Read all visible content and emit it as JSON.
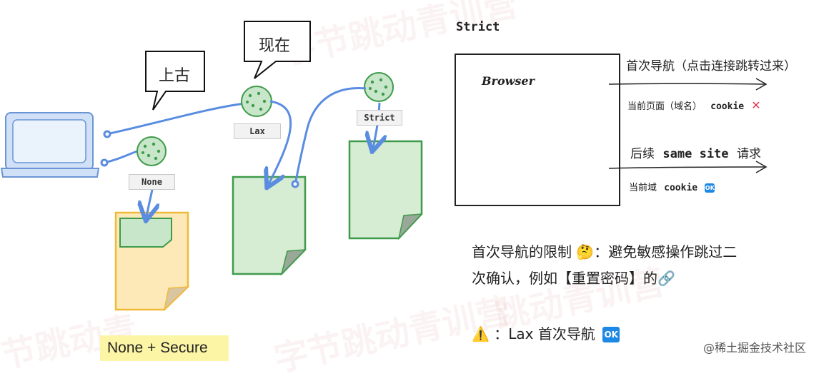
{
  "left": {
    "bubble_past": "上古",
    "bubble_now": "现在",
    "tag_none": "None",
    "tag_lax": "Lax",
    "tag_strict": "Strict",
    "footer_label": "None + Secure"
  },
  "right": {
    "title": "Strict",
    "browser_label": "Browser",
    "first_nav": "首次导航（点击连接跳转过来）",
    "first_nav_sub_prefix": "当前页面（域名）",
    "first_nav_sub_code": "cookie",
    "first_nav_mark": "✕",
    "follow_prefix": "后续",
    "follow_code": "same site",
    "follow_suffix": "请求",
    "follow_sub_prefix": "当前域",
    "follow_sub_code": "cookie",
    "follow_badge": "OK",
    "note_line1": "首次导航的限制 🤔：避免敏感操作跳过二",
    "note_line2": "次确认，例如【重置密码】的🔗",
    "lax_icon": "⚠️",
    "lax_text": "：Lax 首次导航",
    "lax_badge": "OK"
  },
  "watermark": "@稀土掘金技术社区",
  "colors": {
    "cookie_green": "#c8e6c9",
    "page_green": "#d6ecd3",
    "green_border": "#3f9b4c",
    "yellow_page": "#fde9b8",
    "yellow_border": "#f0b93a",
    "arrow_blue": "#5a8de0",
    "laptop_blue": "#cfe0f7",
    "highlight": "#fcf5a6",
    "cross_red": "#e53950",
    "ok_blue": "#1e88e5"
  }
}
